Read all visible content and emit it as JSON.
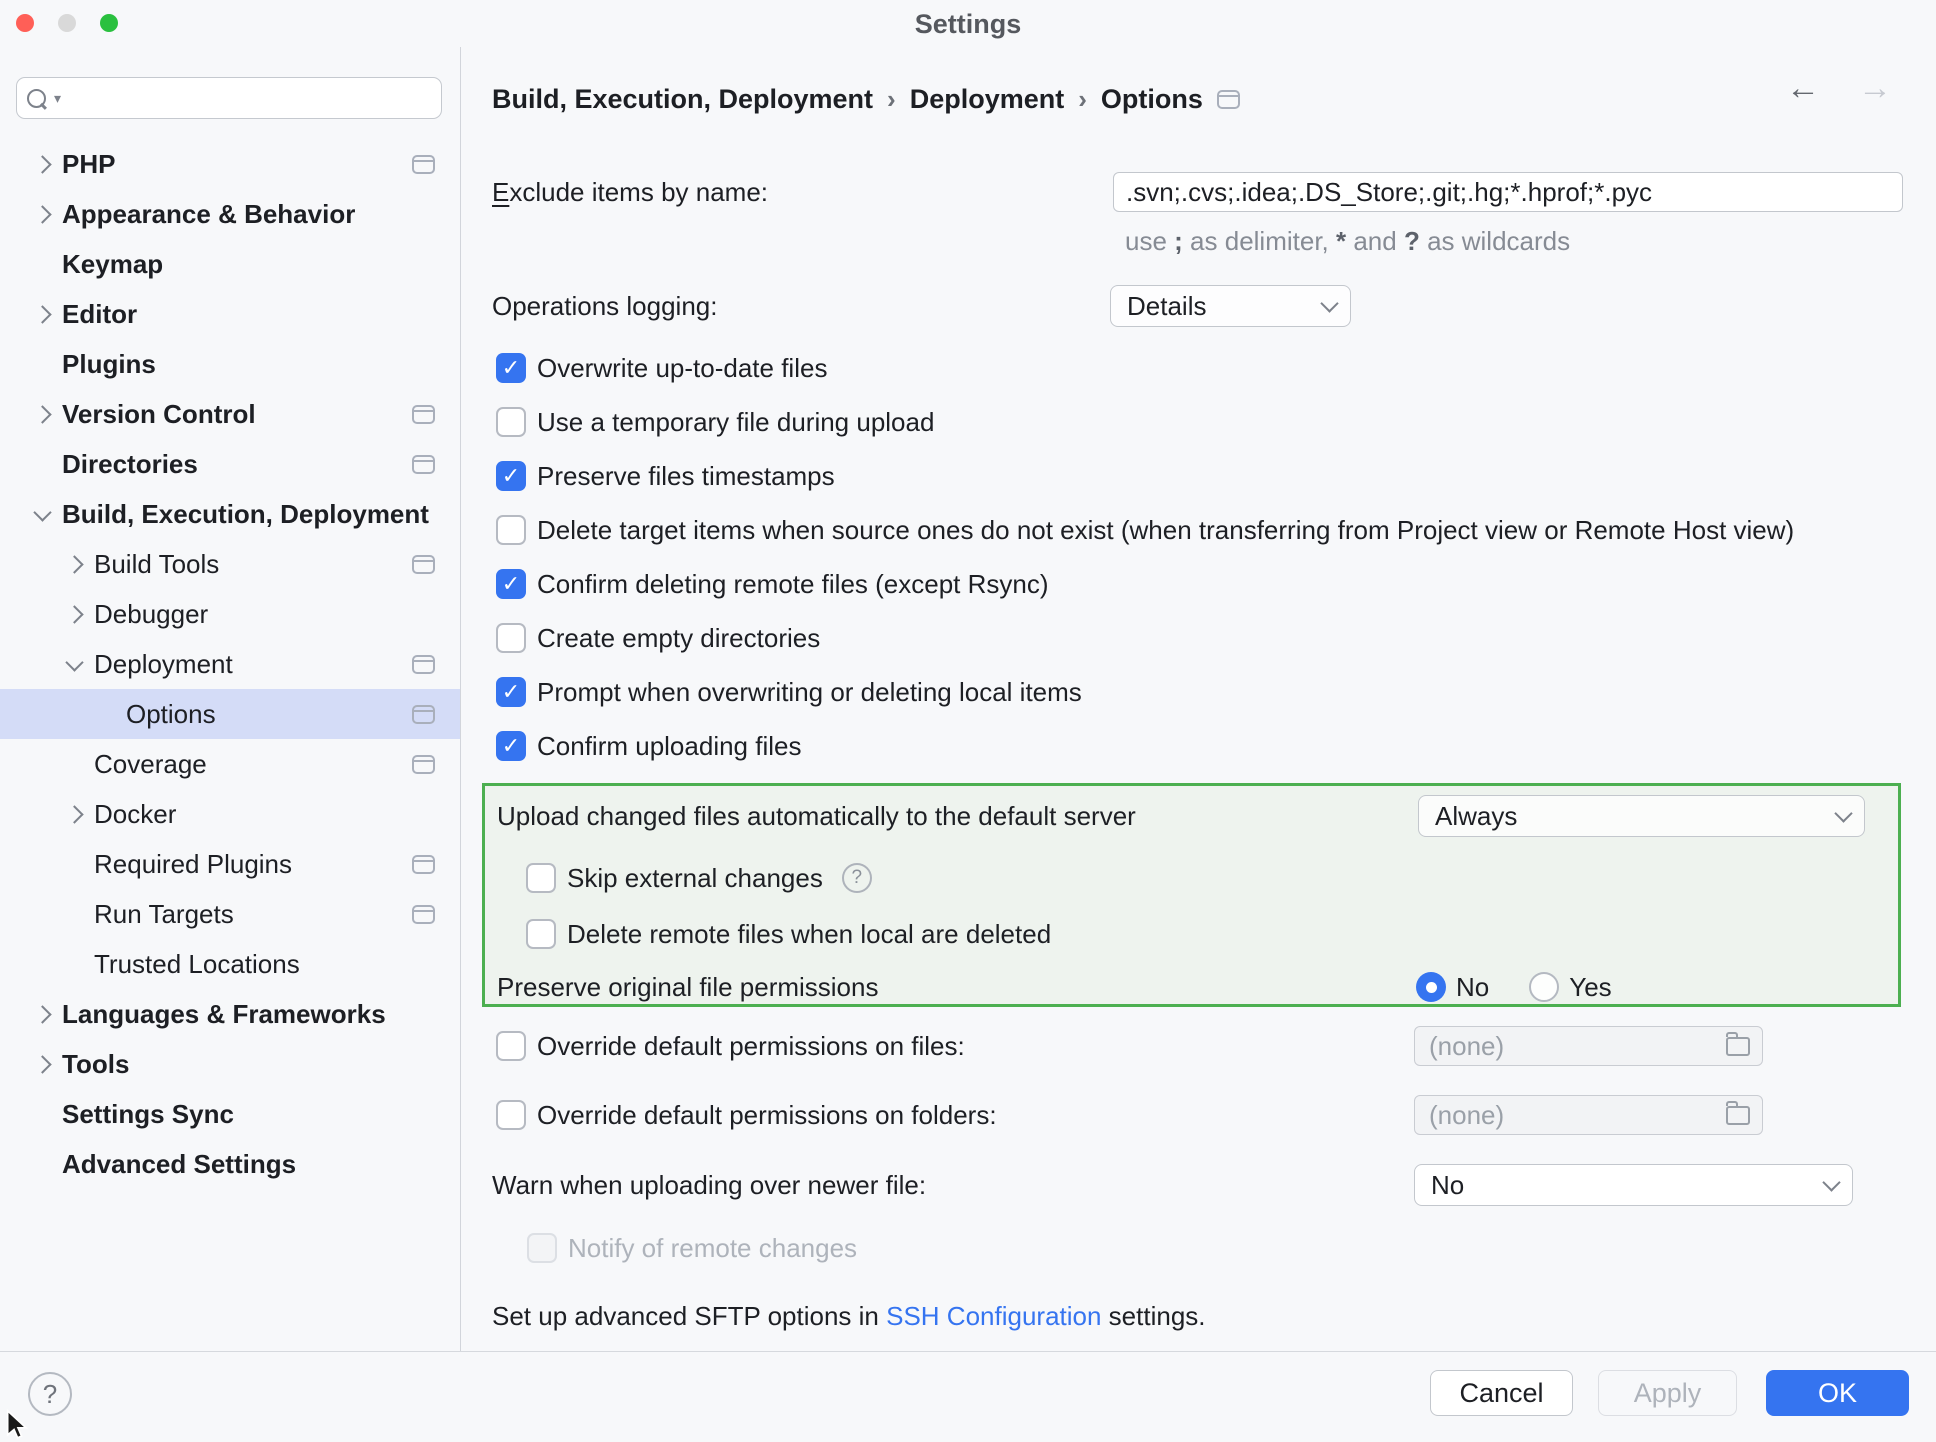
{
  "window": {
    "title": "Settings"
  },
  "icons": {
    "back": "←",
    "forward": "→",
    "search_caret": "▾"
  },
  "sidebar": {
    "search": {
      "value": "",
      "placeholder": ""
    },
    "items": [
      {
        "label": "PHP",
        "level": 1,
        "bold": true,
        "chevron": "right",
        "panel_icon": true,
        "selected": false
      },
      {
        "label": "Appearance & Behavior",
        "level": 1,
        "bold": true,
        "chevron": "right",
        "panel_icon": false,
        "selected": false
      },
      {
        "label": "Keymap",
        "level": 1,
        "bold": true,
        "chevron": "none",
        "panel_icon": false,
        "selected": false
      },
      {
        "label": "Editor",
        "level": 1,
        "bold": true,
        "chevron": "right",
        "panel_icon": false,
        "selected": false
      },
      {
        "label": "Plugins",
        "level": 1,
        "bold": true,
        "chevron": "none",
        "panel_icon": false,
        "selected": false
      },
      {
        "label": "Version Control",
        "level": 1,
        "bold": true,
        "chevron": "right",
        "panel_icon": true,
        "selected": false
      },
      {
        "label": "Directories",
        "level": 1,
        "bold": true,
        "chevron": "none",
        "panel_icon": true,
        "selected": false
      },
      {
        "label": "Build, Execution, Deployment",
        "level": 1,
        "bold": true,
        "chevron": "down",
        "panel_icon": false,
        "selected": false
      },
      {
        "label": "Build Tools",
        "level": 2,
        "bold": false,
        "chevron": "right",
        "panel_icon": true,
        "selected": false
      },
      {
        "label": "Debugger",
        "level": 2,
        "bold": false,
        "chevron": "right",
        "panel_icon": false,
        "selected": false
      },
      {
        "label": "Deployment",
        "level": 2,
        "bold": false,
        "chevron": "down",
        "panel_icon": true,
        "selected": false
      },
      {
        "label": "Options",
        "level": 3,
        "bold": false,
        "chevron": "none",
        "panel_icon": true,
        "selected": true
      },
      {
        "label": "Coverage",
        "level": 2,
        "bold": false,
        "chevron": "none",
        "panel_icon": true,
        "selected": false
      },
      {
        "label": "Docker",
        "level": 2,
        "bold": false,
        "chevron": "right",
        "panel_icon": false,
        "selected": false
      },
      {
        "label": "Required Plugins",
        "level": 2,
        "bold": false,
        "chevron": "none",
        "panel_icon": true,
        "selected": false
      },
      {
        "label": "Run Targets",
        "level": 2,
        "bold": false,
        "chevron": "none",
        "panel_icon": true,
        "selected": false
      },
      {
        "label": "Trusted Locations",
        "level": 2,
        "bold": false,
        "chevron": "none",
        "panel_icon": false,
        "selected": false
      },
      {
        "label": "Languages & Frameworks",
        "level": 1,
        "bold": true,
        "chevron": "right",
        "panel_icon": false,
        "selected": false
      },
      {
        "label": "Tools",
        "level": 1,
        "bold": true,
        "chevron": "right",
        "panel_icon": false,
        "selected": false
      },
      {
        "label": "Settings Sync",
        "level": 1,
        "bold": true,
        "chevron": "none",
        "panel_icon": false,
        "selected": false
      },
      {
        "label": "Advanced Settings",
        "level": 1,
        "bold": true,
        "chevron": "none",
        "panel_icon": false,
        "selected": false
      }
    ]
  },
  "breadcrumb": {
    "parts": [
      "Build, Execution, Deployment",
      "Deployment",
      "Options"
    ],
    "separator": "›"
  },
  "main": {
    "exclude_mnemonic": "E",
    "exclude_label_rest": "xclude items by name:",
    "exclude_value": ".svn;.cvs;.idea;.DS_Store;.git;.hg;*.hprof;*.pyc",
    "hint_segments": [
      {
        "text": "use ",
        "bold": false
      },
      {
        "text": ";",
        "bold": true
      },
      {
        "text": " as delimiter, ",
        "bold": false
      },
      {
        "text": "*",
        "bold": true
      },
      {
        "text": " and ",
        "bold": false
      },
      {
        "text": "?",
        "bold": true
      },
      {
        "text": " as wildcards",
        "bold": false
      }
    ],
    "operations_label": "Operations logging:",
    "operations_value": "Details",
    "checkboxes": [
      {
        "label": "Overwrite up-to-date files",
        "checked": true
      },
      {
        "label": "Use a temporary file during upload",
        "checked": false
      },
      {
        "label": "Preserve files timestamps",
        "checked": true
      },
      {
        "label": "Delete target items when source ones do not exist (when transferring from Project view or Remote Host view)",
        "checked": false
      },
      {
        "label": "Confirm deleting remote files (except Rsync)",
        "checked": true
      },
      {
        "label": "Create empty directories",
        "checked": false
      },
      {
        "label": "Prompt when overwriting or deleting local items",
        "checked": true
      },
      {
        "label": "Confirm uploading files",
        "checked": true
      }
    ],
    "upload_group": {
      "upload_label": "Upload changed files automatically to the default server",
      "upload_value": "Always",
      "skip_label": "Skip external changes",
      "delete_remote_label": "Delete remote files when local are deleted",
      "preserve_label": "Preserve original file permissions",
      "radio_no": "No",
      "radio_yes": "Yes",
      "radio_selected": "No"
    },
    "override_files_label": "Override default permissions on files:",
    "override_files_value": "(none)",
    "override_folders_label": "Override default permissions on folders:",
    "override_folders_value": "(none)",
    "warn_label": "Warn when uploading over newer file:",
    "warn_value": "No",
    "notify_label": "Notify of remote changes",
    "sftp_prefix": "Set up advanced SFTP options in ",
    "sftp_link": "SSH Configuration",
    "sftp_suffix": " settings.",
    "help_glyph": "?"
  },
  "footer": {
    "cancel": "Cancel",
    "apply": "Apply",
    "ok": "OK"
  },
  "colors": {
    "accent": "#3574F0",
    "highlight_green": "#4CAF50",
    "sidebar_selected": "#D4DCF7",
    "link": "#3574F0"
  }
}
